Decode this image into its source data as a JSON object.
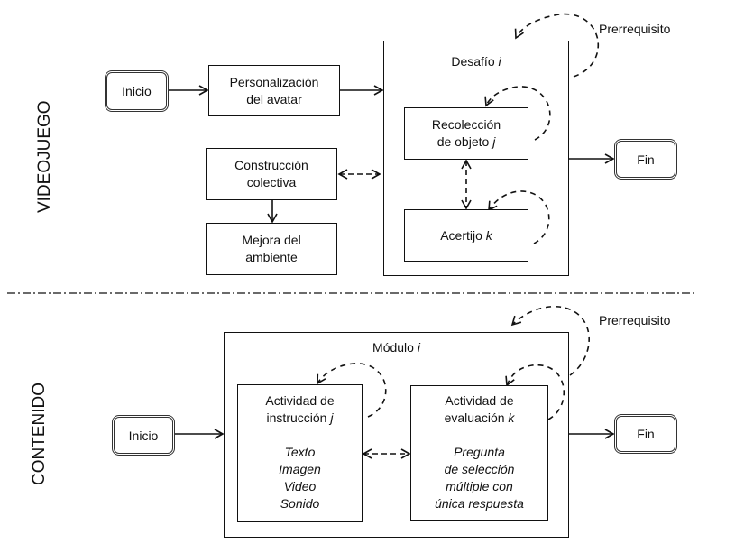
{
  "sections": {
    "top_label": "VIDEOJUEGO",
    "bottom_label": "CONTENIDO"
  },
  "videojuego": {
    "start": "Inicio",
    "end": "Fin",
    "avatar": {
      "line1": "Personalización",
      "line2": "del avatar"
    },
    "construction": {
      "line1": "Construcción",
      "line2": "colectiva"
    },
    "environment": {
      "line1": "Mejora del",
      "line2": "ambiente"
    },
    "challenge": {
      "title": "Desafío",
      "index": "i"
    },
    "collection": {
      "line1": "Recolección",
      "line2": "de objeto",
      "index": "j"
    },
    "riddle": {
      "label": "Acertijo",
      "index": "k"
    },
    "prerequisite": "Prerrequisito"
  },
  "contenido": {
    "start": "Inicio",
    "end": "Fin",
    "module": {
      "title": "Módulo",
      "index": "i"
    },
    "instruction": {
      "line1": "Actividad de",
      "line2": "instrucción",
      "index": "j",
      "items": [
        "Texto",
        "Imagen",
        "Video",
        "Sonido"
      ]
    },
    "evaluation": {
      "line1": "Actividad de",
      "line2": "evaluación",
      "index": "k",
      "items": [
        "Pregunta",
        "de selección",
        "múltiple con",
        "única respuesta"
      ]
    },
    "prerequisite": "Prerrequisito"
  }
}
